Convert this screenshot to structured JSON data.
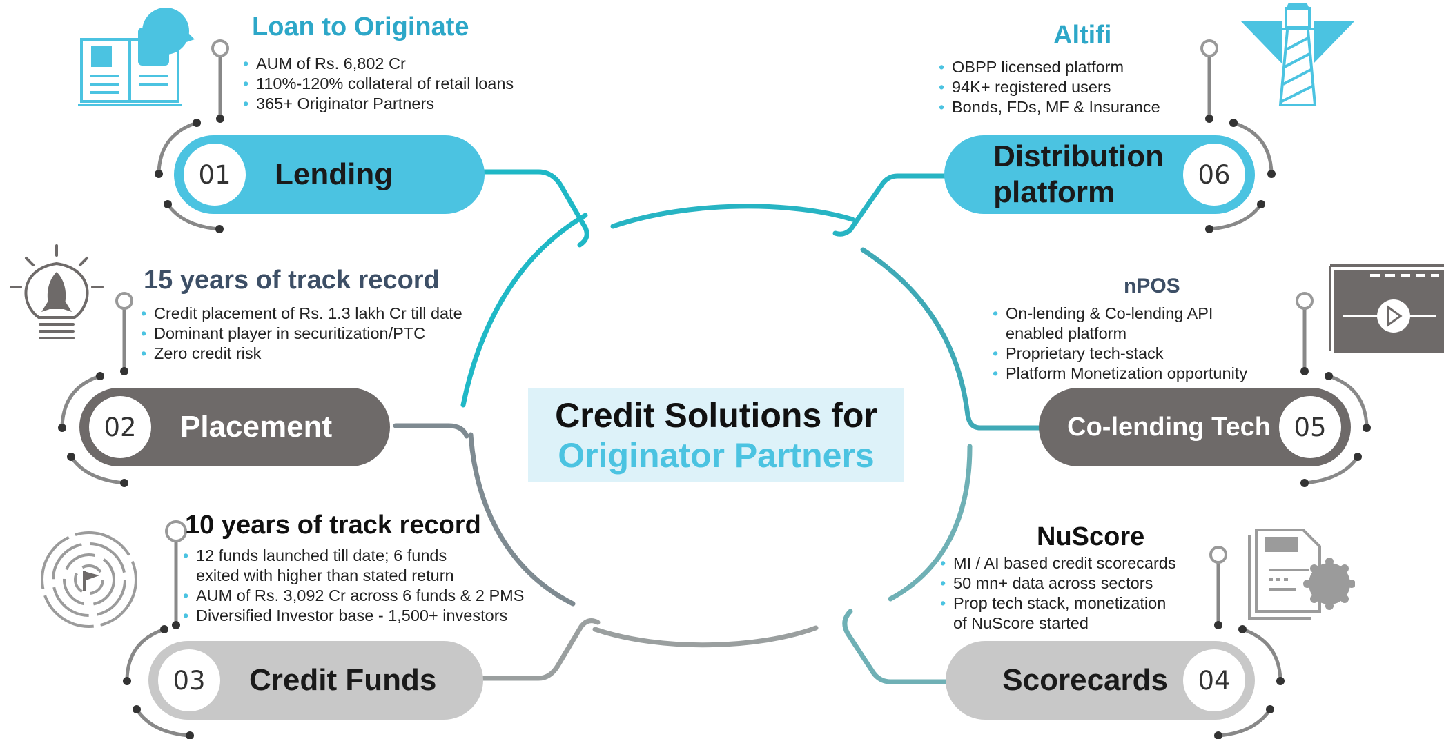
{
  "center": {
    "line1": "Credit Solutions for",
    "line2": "Originator Partners"
  },
  "sections": [
    {
      "id": "lending",
      "number": "01",
      "label": "Lending",
      "heading": "Loan to Originate",
      "bullets": [
        "AUM of Rs. 6,802 Cr",
        "110%-120% collateral of retail loans",
        "365+ Originator Partners"
      ],
      "icon": "book-head-icon",
      "color": "#4bc3e1"
    },
    {
      "id": "placement",
      "number": "02",
      "label": "Placement",
      "heading": "15 years of track record",
      "bullets": [
        "Credit placement of Rs. 1.3 lakh Cr till date",
        "Dominant player in securitization/PTC",
        "Zero credit risk"
      ],
      "icon": "lightbulb-rocket-icon",
      "color": "#6e6a69"
    },
    {
      "id": "credit-funds",
      "number": "03",
      "label": "Credit Funds",
      "heading": "10 years of track record",
      "bullets": [
        "12 funds launched till date; 6 funds",
        "exited with higher than stated return",
        "AUM of Rs. 3,092 Cr across 6 funds & 2 PMS",
        "Diversified Investor base - 1,500+ investors"
      ],
      "icon": "maze-flag-icon",
      "color": "#c8c8c8"
    },
    {
      "id": "scorecards",
      "number": "04",
      "label": "Scorecards",
      "heading": "NuScore",
      "bullets": [
        "MI / AI based credit scorecards",
        "50 mn+ data across sectors",
        "Prop tech stack, monetization",
        "of NuScore started"
      ],
      "icon": "document-seal-icon",
      "color": "#c8c8c8"
    },
    {
      "id": "co-lending",
      "number": "05",
      "label": "Co-lending Tech",
      "heading": "nPOS",
      "bullets": [
        "On-lending & Co-lending API",
        "enabled platform",
        "Proprietary tech-stack",
        "Platform Monetization opportunity"
      ],
      "icon": "video-player-icon",
      "color": "#6e6a69"
    },
    {
      "id": "distribution",
      "number": "06",
      "label_line1": "Distribution",
      "label_line2": "platform",
      "heading": "Altifi",
      "bullets": [
        "OBPP licensed platform",
        "94K+ registered users",
        "Bonds, FDs, MF & Insurance"
      ],
      "icon": "lighthouse-icon",
      "color": "#4bc3e1"
    }
  ]
}
